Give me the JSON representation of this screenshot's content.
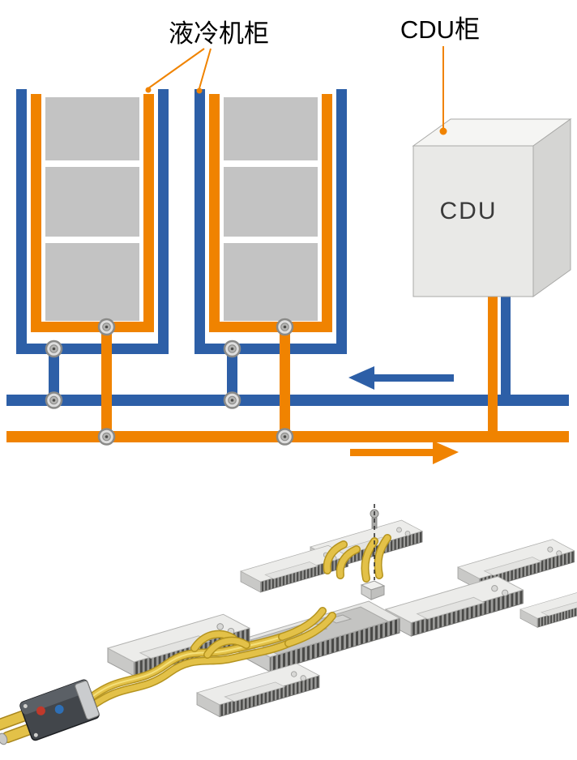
{
  "labels": {
    "cabinet_label": "液冷机柜",
    "cdu_cabinet_label": "CDU柜",
    "cdu_unit_label": "CDU"
  },
  "colors": {
    "blue": "#2d5fa7",
    "orange": "#f08300",
    "gray": "#c3c3c3",
    "box-front": "#e9e9e7",
    "box-top": "#f5f5f3",
    "box-side": "#d5d5d3",
    "yellow": "#e3c148",
    "yellow-dark": "#b5941f",
    "connector-red": "#c0392b",
    "connector-blue": "#2e6fb5"
  }
}
